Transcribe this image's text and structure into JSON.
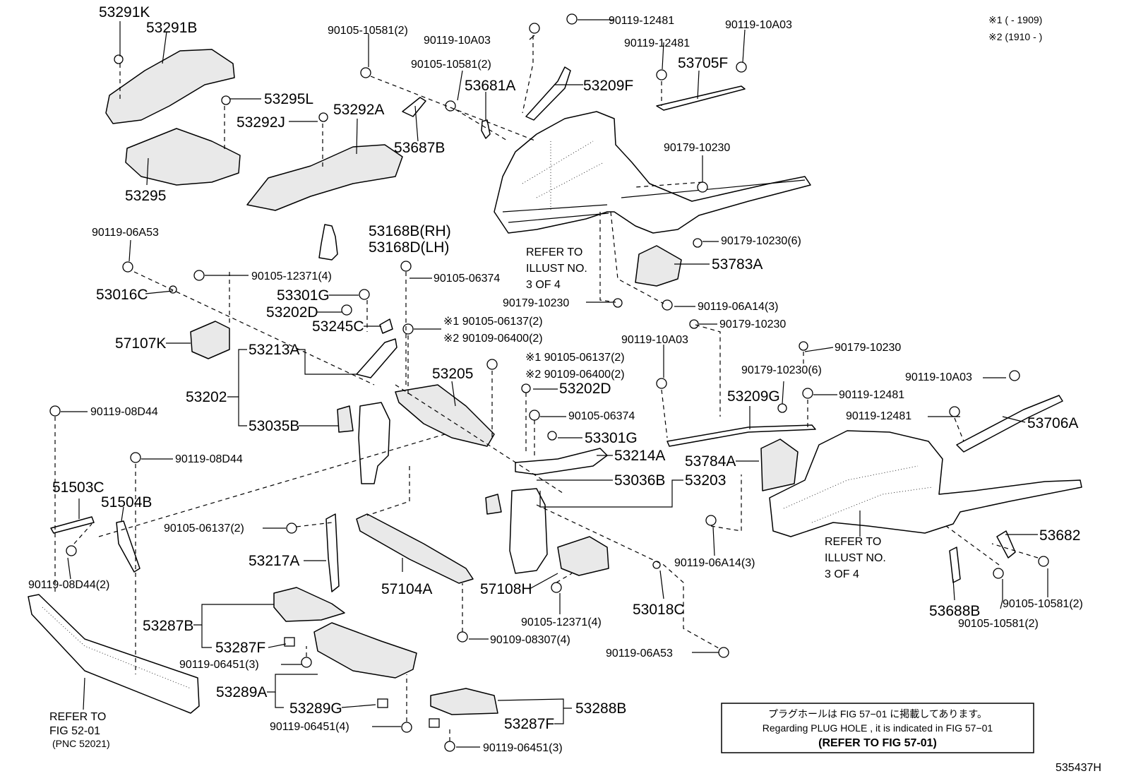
{
  "legend": {
    "note1": "※1 (       - 1909)",
    "note2": "※2 (1910 -        )"
  },
  "labels": {
    "p53291K": "53291K",
    "p53291B": "53291B",
    "p53295L": "53295L",
    "p53292J": "53292J",
    "p53292A": "53292A",
    "p53295": "53295",
    "b90105_10581_2_a": "90105-10581(2)",
    "b90119_10A03_a": "90119-10A03",
    "b90119_12481_a": "90119-12481",
    "b90119_12481_b": "90119-12481",
    "b90119_10A03_b": "90119-10A03",
    "p53705F": "53705F",
    "b90105_10581_2_b": "90105-10581(2)",
    "p53681A": "53681A",
    "p53209F": "53209F",
    "p53687B": "53687B",
    "b90179_10230_a": "90179-10230",
    "refer_illust_a1": "REFER TO",
    "refer_illust_a2": "ILLUST NO.",
    "refer_illust_a3": "3 OF 4",
    "b90179_10230_6_a": "90179-10230(6)",
    "p53783A": "53783A",
    "b90179_10230_b": "90179-10230",
    "b90119_06A14_3_a": "90119-06A14(3)",
    "b90179_10230_c": "90179-10230",
    "b90119_06A53_a": "90119-06A53",
    "b90105_12371_4_a": "90105-12371(4)",
    "p53168B": "53168B(RH)",
    "p53168D": "53168D(LH)",
    "b90105_06374_a": "90105-06374",
    "p53016C": "53016C",
    "p53301G_a": "53301G",
    "p53202D_a": "53202D",
    "p53245C": "53245C",
    "n1_90105_06137_2_a": "※1 90105-06137(2)",
    "n2_90109_06400_2_a": "※2 90109-06400(2)",
    "p57107K": "57107K",
    "p53213A": "53213A",
    "p53202": "53202",
    "p53205": "53205",
    "b90119_10A03_c": "90119-10A03",
    "n1_90105_06137_2_b": "※1 90105-06137(2)",
    "n2_90109_06400_2_b": "※2 90109-06400(2)",
    "p53202D_b": "53202D",
    "b90105_06374_b": "90105-06374",
    "p53301G_b": "53301G",
    "p53214A": "53214A",
    "b90179_10230_d": "90179-10230",
    "b90179_10230_6_b": "90179-10230(6)",
    "b90119_10A03_d": "90119-10A03",
    "p53209G": "53209G",
    "b90119_12481_c": "90119-12481",
    "b90119_12481_d": "90119-12481",
    "p53706A": "53706A",
    "b90119_08D44_a": "90119-08D44",
    "p53035B": "53035B",
    "b90119_08D44_b": "90119-08D44",
    "p51503C": "51503C",
    "p51504B": "51504B",
    "p53784A": "53784A",
    "p53036B": "53036B",
    "p53203": "53203",
    "b90105_06137_2": "90105-06137(2)",
    "p53217A": "53217A",
    "p53682": "53682",
    "refer_illust_b1": "REFER TO",
    "refer_illust_b2": "ILLUST NO.",
    "refer_illust_b3": "3 OF 4",
    "b90119_08D44_2": "90119-08D44(2)",
    "p57104A": "57104A",
    "p57108H": "57108H",
    "b90119_06A14_3_b": "90119-06A14(3)",
    "p53018C": "53018C",
    "p53688B": "53688B",
    "b90105_10581_2_c": "90105-10581(2)",
    "b90105_10581_2_d": "90105-10581(2)",
    "b90105_12371_4_b": "90105-12371(4)",
    "p53287B": "53287B",
    "p53287F_a": "53287F",
    "b90109_08307_4": "90109-08307(4)",
    "b90119_06451_3_a": "90119-06451(3)",
    "b90119_06A53_b": "90119-06A53",
    "p53289A": "53289A",
    "p53289G": "53289G",
    "p53288B": "53288B",
    "b90119_06451_4": "90119-06451(4)",
    "p53287F_b": "53287F",
    "b90119_06451_3_b": "90119-06451(3)",
    "refer_fig1": "REFER TO",
    "refer_fig2": "FIG 52-01",
    "refer_fig3": "(PNC 52021)",
    "drawing_number": "535437H"
  },
  "note_box": {
    "line1": "プラグホールは FIG 57−01 に掲載してあります。",
    "line2": "Regarding  PLUG  HOLE , it is indicated in  FIG  57−01",
    "line3": "(REFER  TO  FIG 57-01)"
  }
}
